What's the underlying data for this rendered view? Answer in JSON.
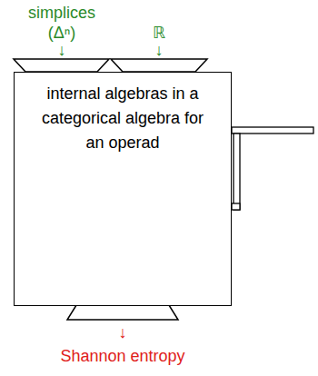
{
  "diagram": {
    "nodes": [
      {
        "text": [
          "internal algebras in a categorical algebra for an operad"
        ]
      }
    ],
    "labels": [
      "simplices",
      "(Δⁿ)",
      "↓",
      "ℝ",
      "↓",
      "↓",
      "Shannon entropy"
    ]
  }
}
